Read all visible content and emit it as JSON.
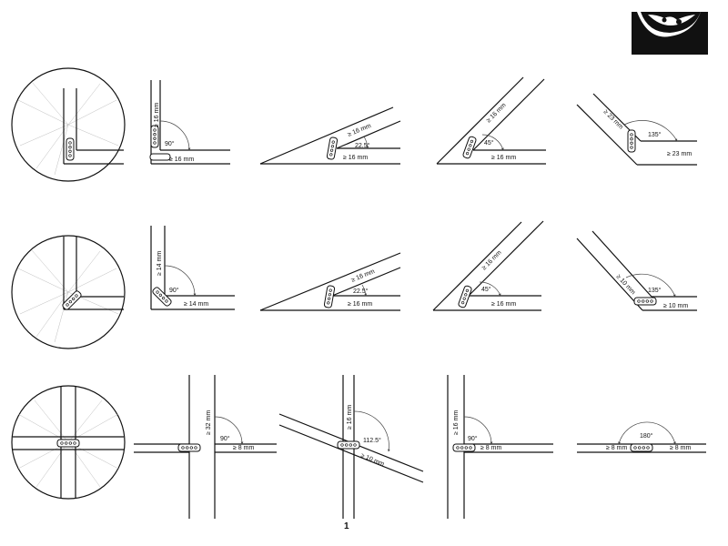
{
  "page": {
    "number": "1"
  },
  "logo": {
    "icon": "brand-logo-icon"
  },
  "rows": [
    {
      "panels": [
        {
          "angle": "90°",
          "dim_a": "≥ 16 mm",
          "dim_b": "≥ 16 mm"
        },
        {
          "angle": "22.5°",
          "dim_a": "≥ 16 mm",
          "dim_b": "≥ 16 mm"
        },
        {
          "angle": "45°",
          "dim_a": "≥ 16 mm",
          "dim_b": "≥ 16 mm"
        },
        {
          "angle": "135°",
          "dim_a": "≥ 23 mm",
          "dim_b": "≥ 23 mm"
        }
      ]
    },
    {
      "panels": [
        {
          "angle": "90°",
          "dim_a": "≥ 14 mm",
          "dim_b": "≥ 14 mm"
        },
        {
          "angle": "22.5°",
          "dim_a": "≥ 16 mm",
          "dim_b": "≥ 16 mm"
        },
        {
          "angle": "45°",
          "dim_a": "≥ 16 mm",
          "dim_b": "≥ 16 mm"
        },
        {
          "angle": "135°",
          "dim_a": "≥ 10 mm",
          "dim_b": "≥ 10 mm"
        }
      ]
    },
    {
      "panels": [
        {
          "angle": "90°",
          "dim_a": "≥ 32 mm",
          "dim_b": "≥ 8 mm"
        },
        {
          "angle": "112.5°",
          "dim_a": "≥ 16 mm",
          "dim_b": "≥ 10 mm"
        },
        {
          "angle": "90°",
          "dim_a": "≥ 16 mm",
          "dim_b": "≥ 8 mm"
        },
        {
          "angle": "180°",
          "dim_a": "≥ 8 mm",
          "dim_b": "≥ 8 mm"
        }
      ]
    }
  ]
}
